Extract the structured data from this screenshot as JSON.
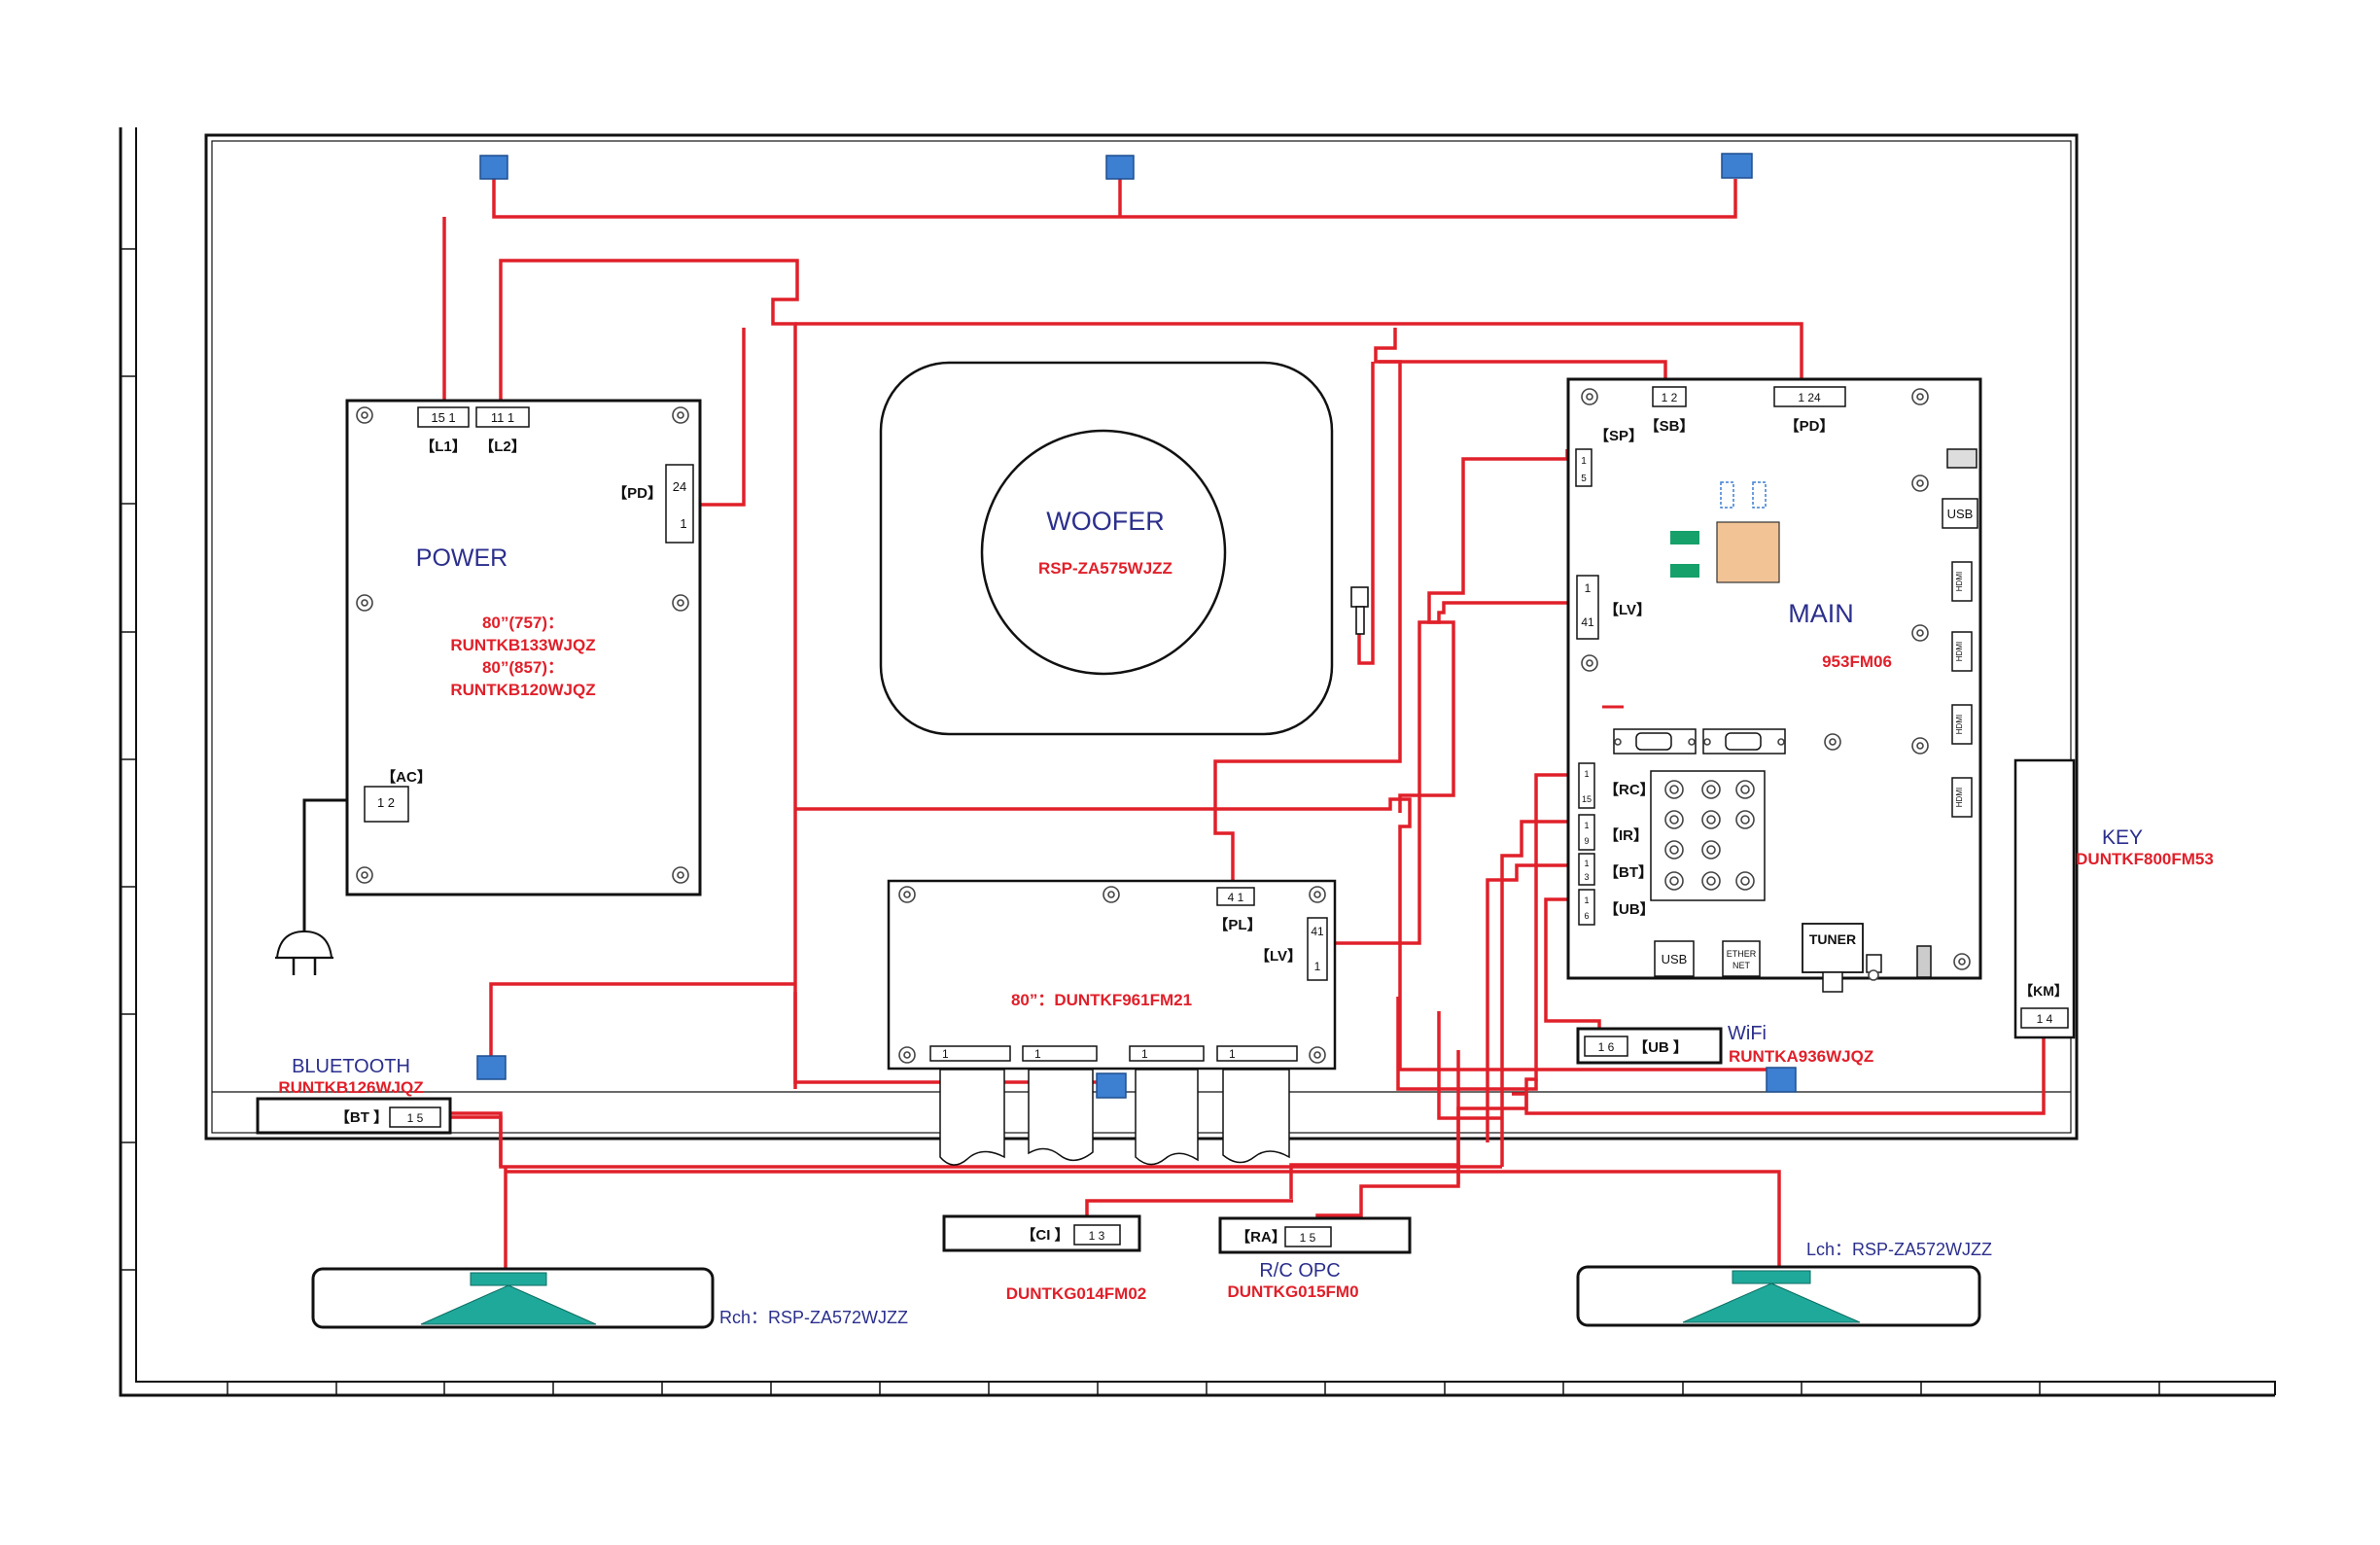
{
  "boards": {
    "power": {
      "title": "POWER",
      "part_line1": "80”(757)：",
      "part_line2": "RUNTKB133WJQZ",
      "part_line3": "80”(857)：",
      "part_line4": "RUNTKB120WJQZ",
      "conn_l1": "【L1】",
      "conn_l1_pins": "15   1",
      "conn_l2": "【L2】",
      "conn_l2_pins": "11   1",
      "conn_pd": "【PD】",
      "conn_pd_top": "24",
      "conn_pd_bottom": "1",
      "conn_ac": "【AC】",
      "conn_ac_pins": "1 2"
    },
    "woofer": {
      "title": "WOOFER",
      "part": "RSP-ZA575WJZZ"
    },
    "main": {
      "title": "MAIN",
      "part": "953FM06",
      "conn_sb": "【SB】",
      "conn_sb_pins": "1  2",
      "conn_pd": "【PD】",
      "conn_pd_pins": "1          24",
      "conn_sp": "【SP】",
      "conn_sp_top": "1",
      "conn_sp_bottom": "5",
      "conn_lv": "【LV】",
      "conn_lv_top": "1",
      "conn_lv_bottom": "41",
      "conn_rc": "【RC】",
      "conn_rc_top": "1",
      "conn_rc_bottom": "15",
      "conn_ir": "【IR】",
      "conn_ir_top": "1",
      "conn_ir_bottom": "9",
      "conn_bt": "【BT】",
      "conn_bt_top": "1",
      "conn_bt_bottom": "3",
      "conn_ub": "【UB】",
      "conn_ub_top": "1",
      "conn_ub_bottom": "6",
      "usb_top": "USB",
      "usb_bottom": "USB",
      "ethernet_line1": "ETHER",
      "ethernet_line2": "NET",
      "tuner": "TUNER",
      "hdmi": "HDMI"
    },
    "lcd": {
      "part": "80”：DUNTKF961FM21",
      "conn_pl": "【PL】",
      "conn_pl_pins": "4  1",
      "conn_lv": "【LV】",
      "conn_lv_top": "41",
      "conn_lv_bottom": "1",
      "fpc_pin": "1"
    },
    "key": {
      "title": "KEY",
      "part": "DUNTKF800FM53",
      "conn_km": "【KM】",
      "conn_km_pins": "1          4"
    },
    "bluetooth": {
      "title": "BLUETOOTH",
      "part": "RUNTKB126WJQZ",
      "conn": "【BT 】",
      "conn_pins": "1     5"
    },
    "wifi": {
      "title": "WiFi",
      "part": "RUNTKA936WJQZ",
      "conn": "【UB 】",
      "conn_pins": "1    6"
    },
    "ci": {
      "conn": "【CI 】",
      "conn_pins": "1    3",
      "part": "DUNTKG014FM02"
    },
    "rc_opc": {
      "conn": "【RA】",
      "conn_pins": "1    5",
      "title": "R/C OPC",
      "part": "DUNTKG015FM0"
    },
    "speaker_r": {
      "label": "Rch：RSP-ZA572WJZZ"
    },
    "speaker_l": {
      "label": "Lch：RSP-ZA572WJZZ"
    }
  },
  "colors": {
    "wire": "#e0202a",
    "board_title": "#2b2f8c",
    "part_number": "#e0202a",
    "clip": "#3d7fd1",
    "speaker": "#1fa99a"
  }
}
